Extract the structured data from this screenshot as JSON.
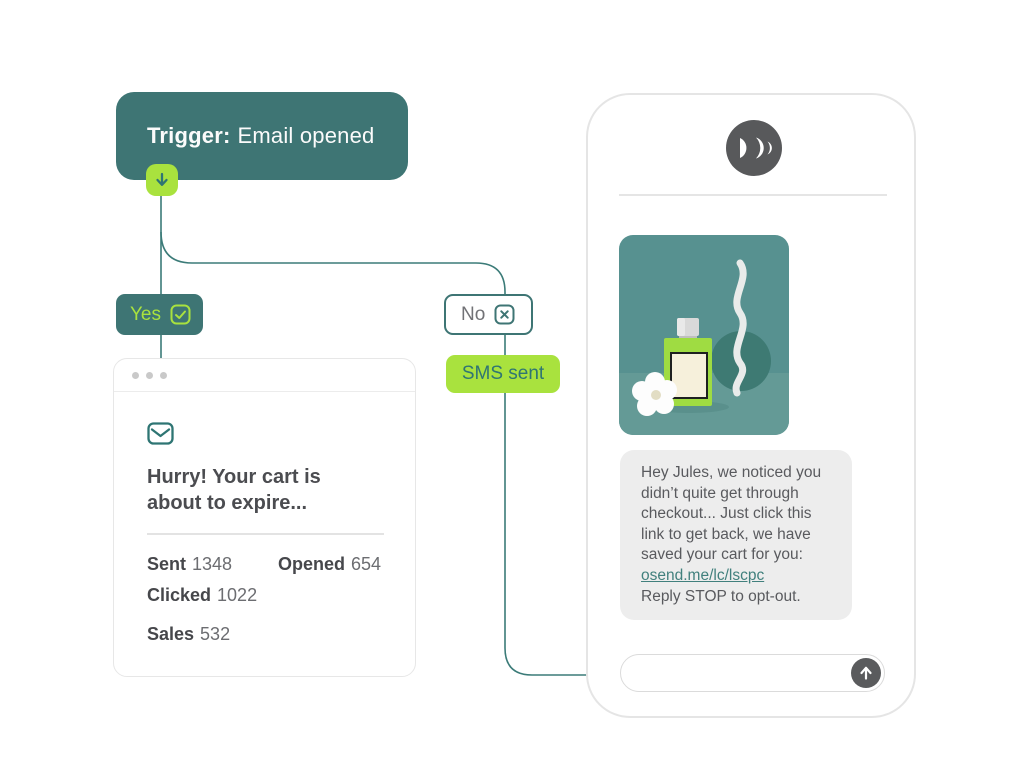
{
  "colors": {
    "teal": "#3E7574",
    "teal_line": "#3B7B78",
    "lime": "#A9E23E",
    "lime_text_teal": "#2F7573",
    "heading_text": "#4B4C50",
    "value_text": "#6C6D71",
    "bubble_bg": "#EDEDED",
    "link": "#41807D"
  },
  "flow": {
    "trigger": {
      "prefix": "Trigger:",
      "label": "Email opened",
      "icon": "arrow-down-icon"
    },
    "yes": {
      "label": "Yes",
      "icon": "check-square-icon"
    },
    "no": {
      "label": "No",
      "icon": "x-square-icon"
    },
    "sms": {
      "label": "SMS sent"
    }
  },
  "email_card": {
    "window_dots": 3,
    "icon": "envelope-icon",
    "title": "Hurry! Your cart is about to expire...",
    "stats": [
      {
        "label": "Sent",
        "value": "1348"
      },
      {
        "label": "Opened",
        "value": "654"
      },
      {
        "label": "Clicked",
        "value": "1022"
      },
      {
        "label": "Sales",
        "value": "532"
      }
    ]
  },
  "phone": {
    "logo_icon": "omnisend-logo",
    "product_image": "perfume-bottle-scene",
    "sms_message": {
      "text": "Hey Jules, we noticed you didn’t quite get through checkout... Just click this link to get back, we have saved your cart for you:",
      "link": "osend.me/lc/lscpc",
      "opt_out": "Reply STOP to opt-out."
    },
    "composer": {
      "value": "",
      "send_icon": "arrow-up-icon"
    }
  }
}
